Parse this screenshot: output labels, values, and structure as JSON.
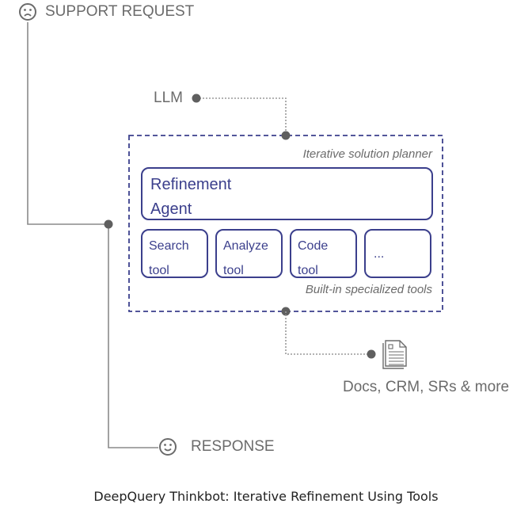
{
  "diagram": {
    "title": "DeepQuery Thinkbot: Iterative Refinement Using Tools",
    "input": {
      "label": "SUPPORT REQUEST",
      "icon": "sad-face-icon"
    },
    "output": {
      "label": "RESPONSE",
      "icon": "smiley-face-icon"
    },
    "llm": {
      "label": "LLM"
    },
    "planner": {
      "caption": "Iterative solution planner",
      "agent": {
        "line1": "Refinement",
        "line2": "Agent"
      },
      "tools": [
        {
          "line1": "Search",
          "line2": "tool"
        },
        {
          "line1": "Analyze",
          "line2": "tool"
        },
        {
          "line1": "Code",
          "line2": "tool"
        }
      ],
      "more_tools": "...",
      "tools_caption": "Built-in specialized tools"
    },
    "data_sources": {
      "label": "Docs, CRM, SRs & more",
      "icon": "document-icon"
    },
    "colors": {
      "accent": "#3b3f8c",
      "connector": "#8a8a8a",
      "node": "#5f5f5f",
      "text": "#6b6b6b"
    }
  }
}
